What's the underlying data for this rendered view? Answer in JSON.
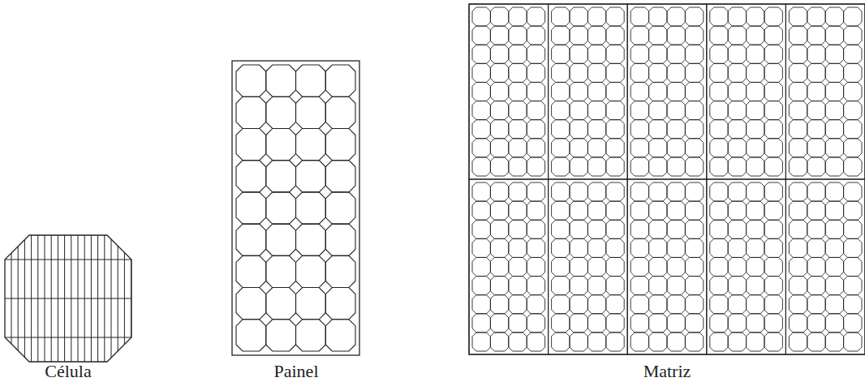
{
  "diagram": {
    "labels": [
      "Célula",
      "Painel",
      "Matriz"
    ]
  }
}
